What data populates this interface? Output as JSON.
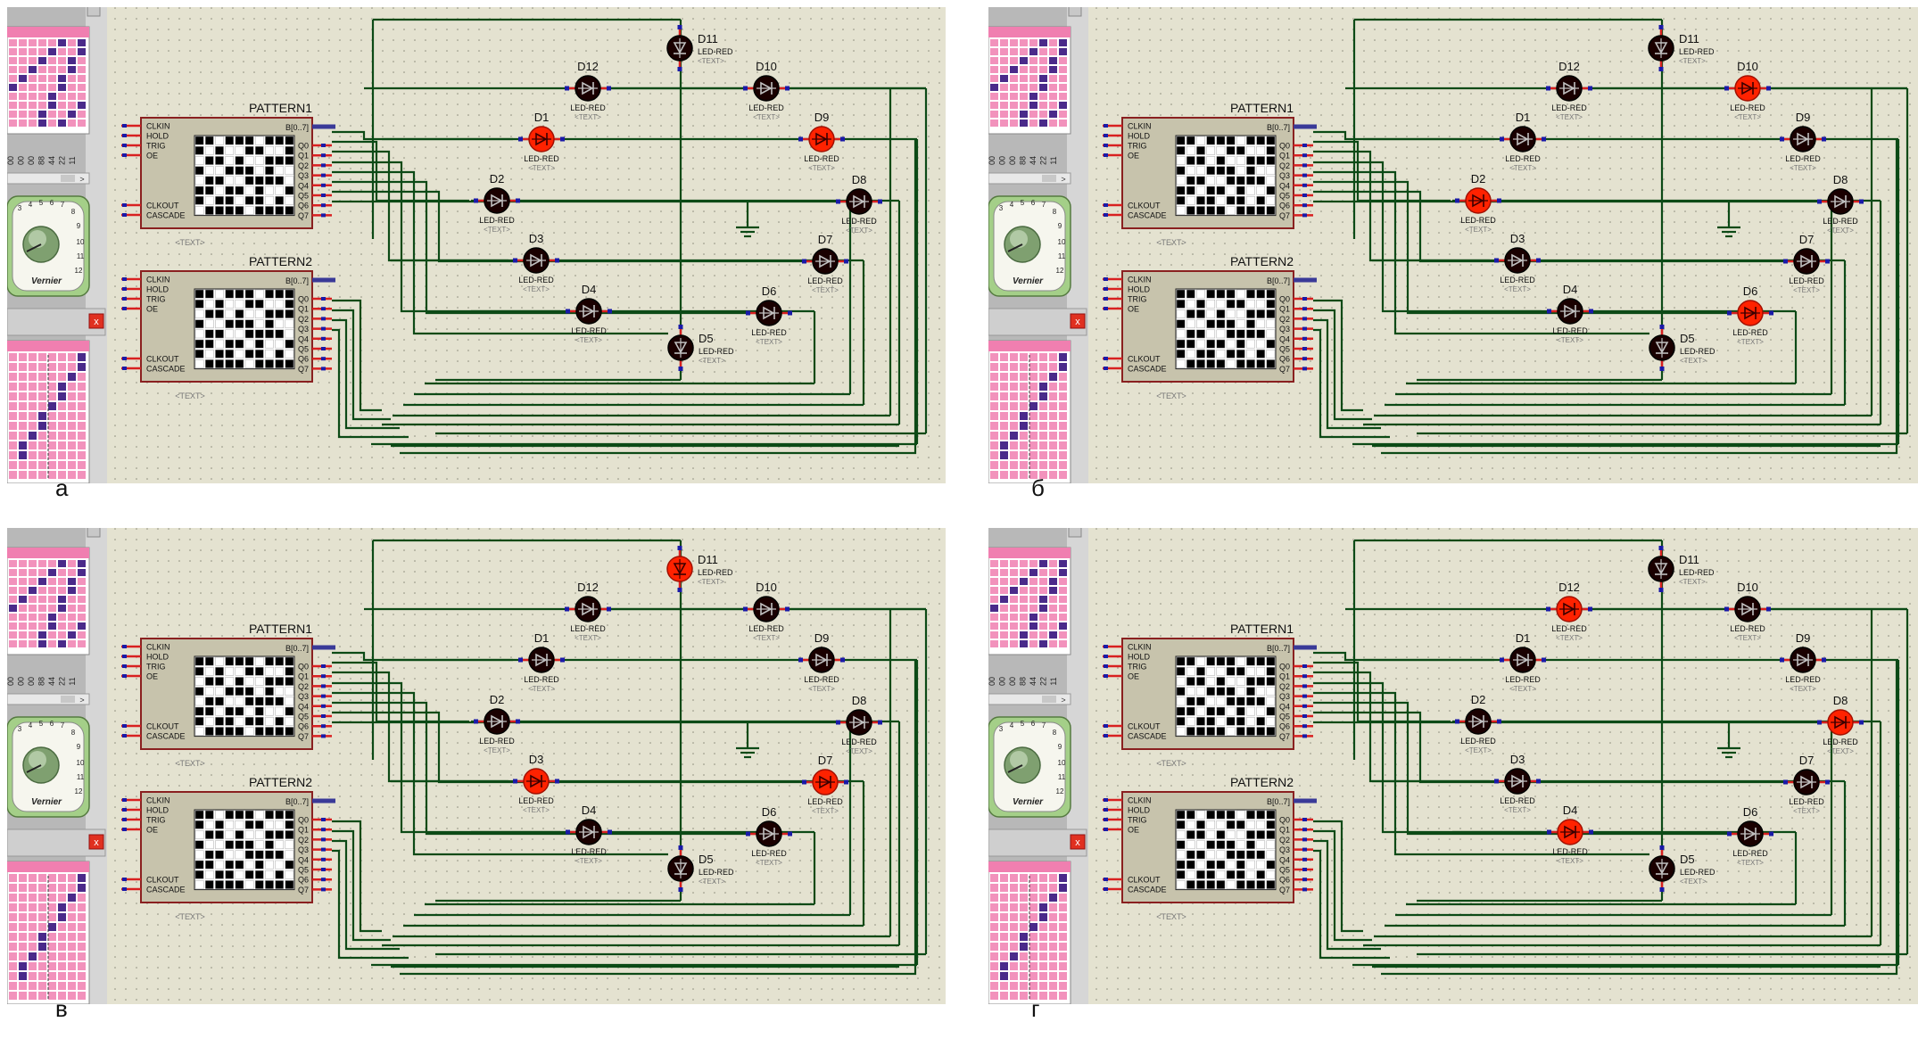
{
  "captions": [
    "а",
    "б",
    "в",
    "г"
  ],
  "chip": {
    "inputs": [
      "CLKIN",
      "HOLD",
      "TRIG",
      "OE"
    ],
    "cascade_pins": [
      "CLKOUT",
      "CASCADE"
    ],
    "outputs": [
      "Q0",
      "Q1",
      "Q2",
      "Q3",
      "Q4",
      "Q5",
      "Q6",
      "Q7"
    ],
    "bus": "B[0..7]",
    "text_tag": "<TEXT>"
  },
  "chips": [
    {
      "id": "PATTERN1",
      "label": "PATTERN1"
    },
    {
      "id": "PATTERN2",
      "label": "PATTERN2"
    }
  ],
  "led_type": "LED-RED",
  "led_text": "<TEXT>",
  "sidebar": {
    "close_glyph": "x",
    "vernier_label": "Vernier",
    "dial_numbers": [
      "3",
      "4",
      "5",
      "6",
      "7",
      "8",
      "9",
      "10",
      "11",
      "12"
    ],
    "scroll_arrow": ">",
    "scale_digits": [
      "00",
      "00",
      "00",
      "88",
      "44",
      "22",
      "11"
    ]
  },
  "leds": [
    "D1",
    "D2",
    "D3",
    "D4",
    "D5",
    "D6",
    "D7",
    "D8",
    "D9",
    "D10",
    "D11",
    "D12"
  ],
  "panels": [
    {
      "id": "a",
      "lit": [
        "D1",
        "D9"
      ]
    },
    {
      "id": "b",
      "lit": [
        "D2",
        "D6",
        "D10"
      ]
    },
    {
      "id": "v",
      "lit": [
        "D3",
        "D7",
        "D11"
      ]
    },
    {
      "id": "g",
      "lit": [
        "D4",
        "D8",
        "D12"
      ]
    }
  ],
  "colors": {
    "canvas": "#e4e2d0",
    "wire": "#0c4a16",
    "chip_fill": "#c7c3ac",
    "chip_border": "#8a2020",
    "led_on": "#ff2200",
    "led_off": "#1a0000",
    "pin_blue": "#1a1aa8",
    "pin_red": "#d82020",
    "pink": "#f07fb0"
  }
}
